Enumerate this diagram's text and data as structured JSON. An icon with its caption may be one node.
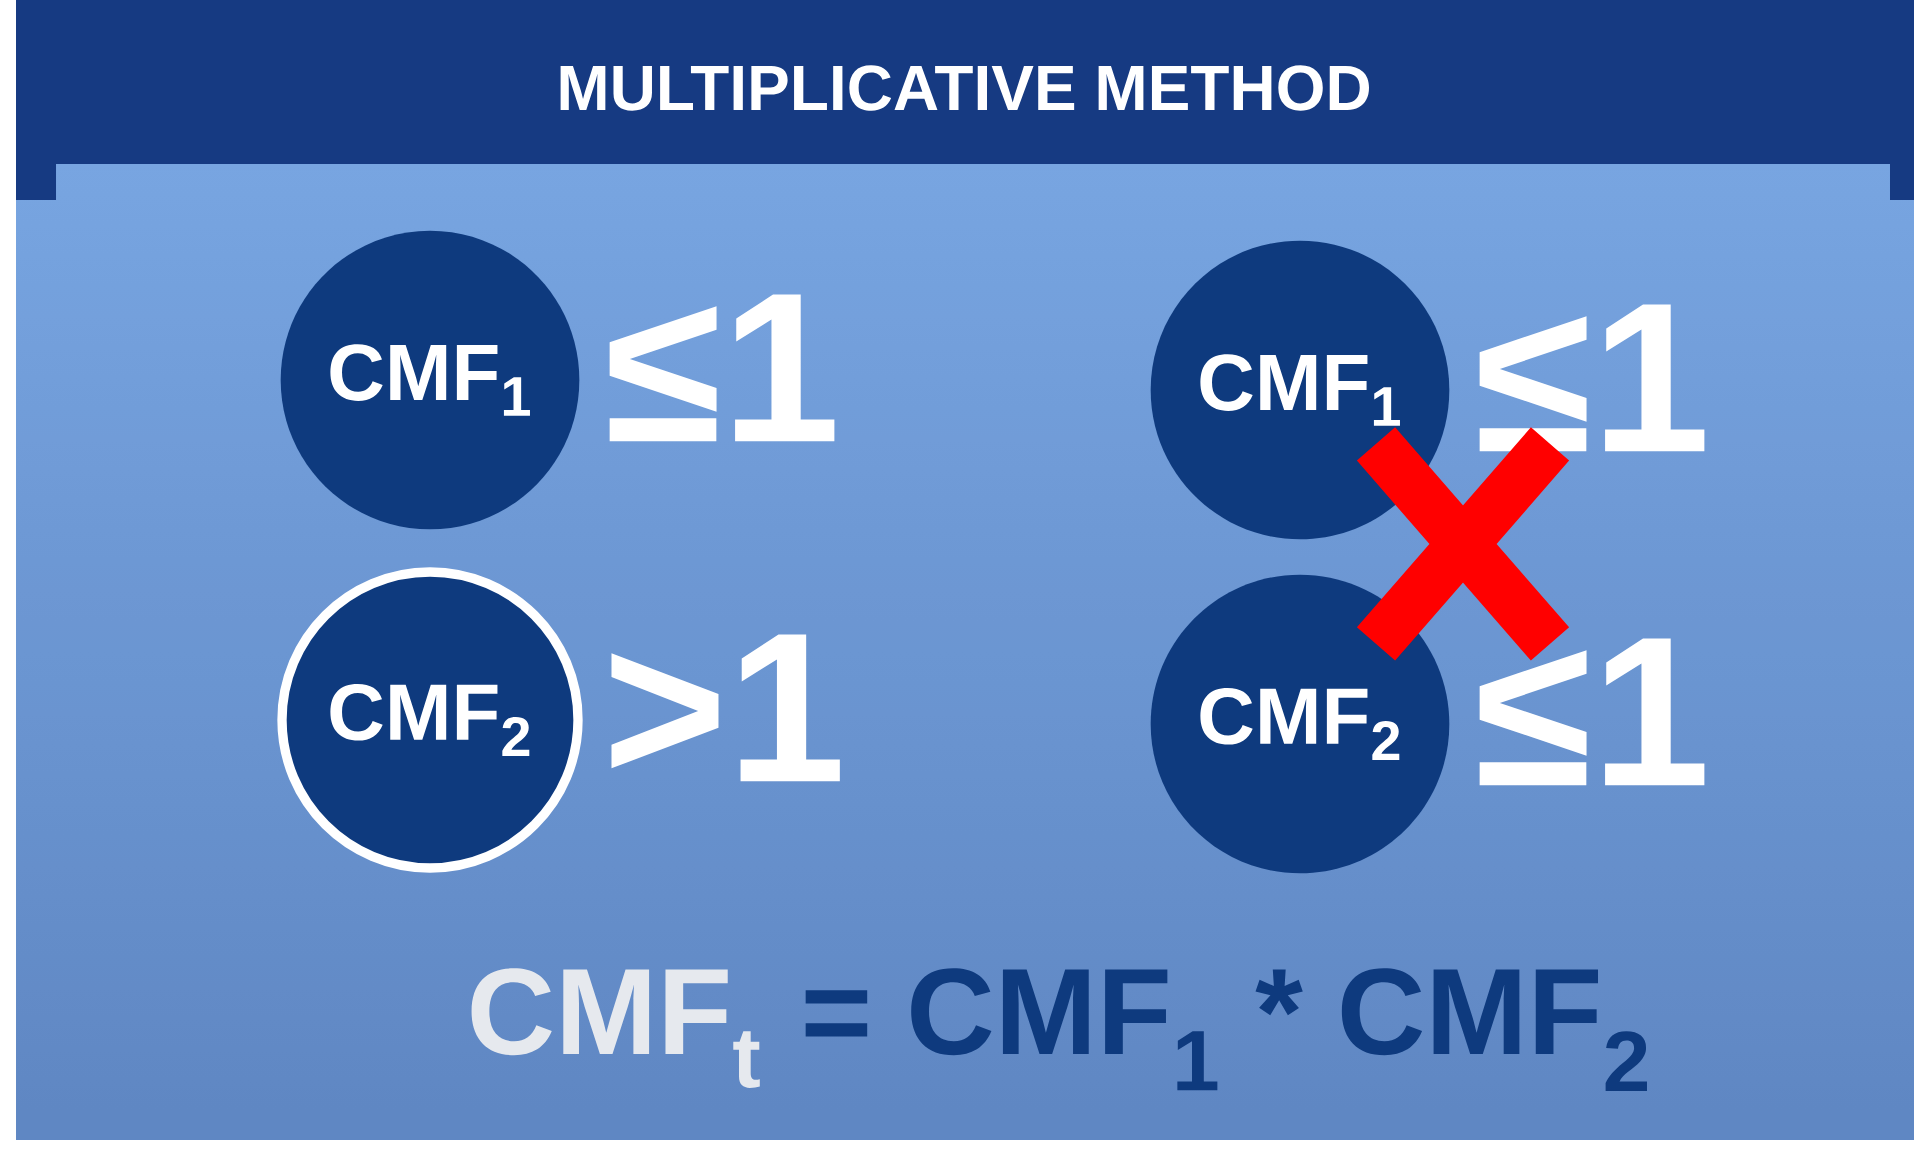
{
  "diagram": {
    "title": "MULTIPLICATIVE METHOD",
    "nodes": [
      {
        "text": [
          "CMF$_{1}$"
        ],
        "beside": [
          "≤1"
        ]
      },
      {
        "text": [
          "CMF$_{2}$"
        ],
        "beside": [
          ">1"
        ]
      },
      {
        "text": [
          "CMF$_{1}$"
        ],
        "beside": [
          "≤1"
        ]
      },
      {
        "text": [
          "CMF$_{2}$"
        ],
        "beside": [
          "≤1"
        ]
      }
    ],
    "labels": [
      "CMF$_{t}$",
      "= CMF$_{1}$ * CMF$_{2}$"
    ]
  }
}
